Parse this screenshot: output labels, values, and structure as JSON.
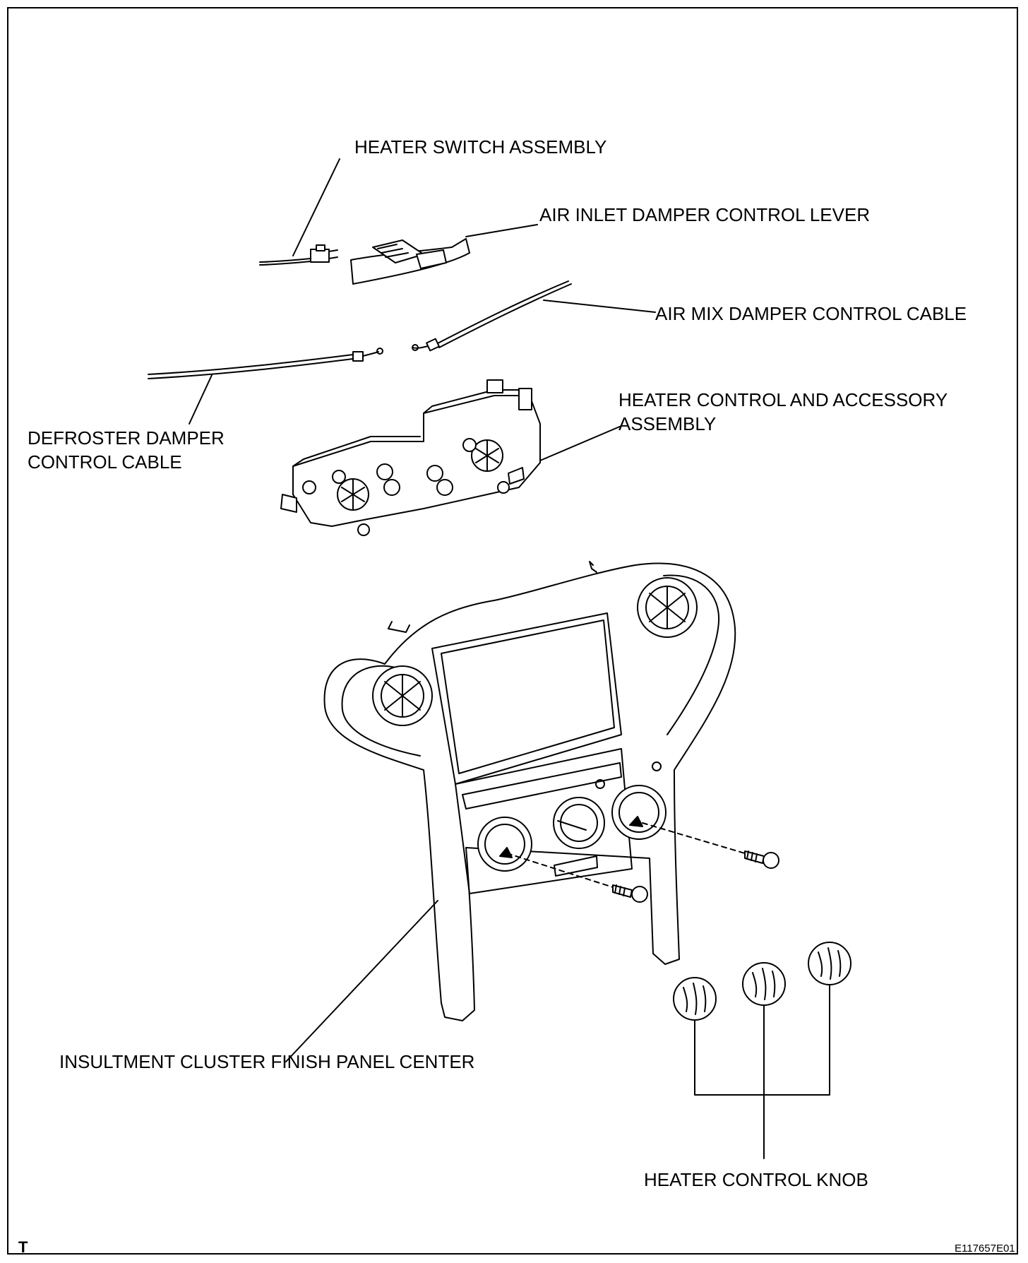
{
  "labels": {
    "heater_switch_assembly": "HEATER SWITCH ASSEMBLY",
    "air_inlet_damper_control_lever": "AIR INLET DAMPER CONTROL LEVER",
    "air_mix_damper_control_cable": "AIR MIX DAMPER CONTROL CABLE",
    "heater_control_accessory_line1": "HEATER CONTROL AND ACCESSORY",
    "heater_control_accessory_line2": "ASSEMBLY",
    "defroster_line1": "DEFROSTER DAMPER",
    "defroster_line2": "CONTROL CABLE",
    "finish_panel_center": "INSULTMENT CLUSTER FINISH PANEL CENTER",
    "heater_control_knob": "HEATER CONTROL KNOB"
  },
  "corner_mark": "T",
  "figure_code": "E117657E01"
}
